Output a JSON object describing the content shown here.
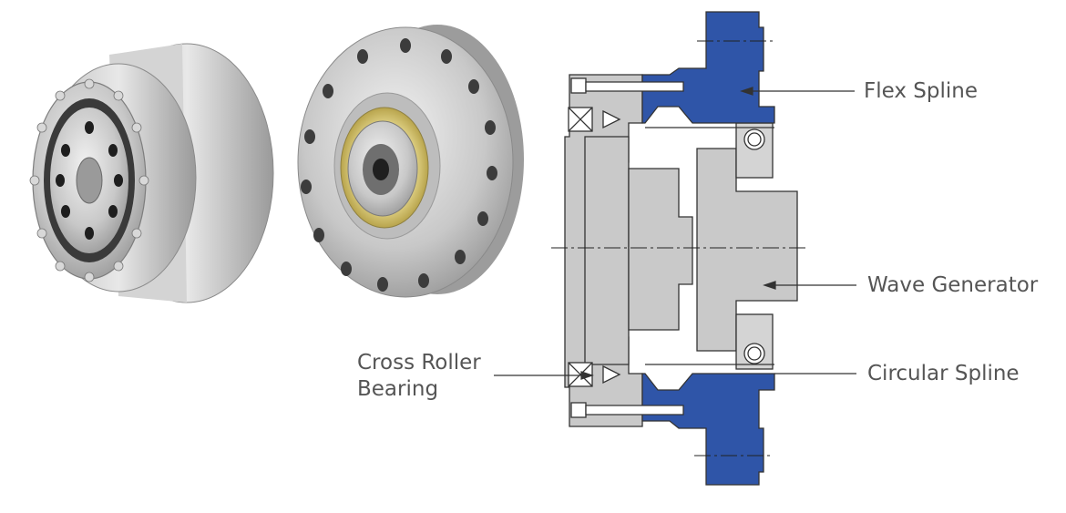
{
  "labels": {
    "flex_spline": "Flex Spline",
    "wave_generator": "Wave Generator",
    "circular_spline": "Circular Spline",
    "cross_roller_bearing_line1": "Cross Roller",
    "cross_roller_bearing_line2": "Bearing"
  },
  "colors": {
    "flex_spline_blue": "#2f55a8",
    "housing_gray": "#c9c9c9",
    "outline": "#333333",
    "label_text": "#555555"
  }
}
